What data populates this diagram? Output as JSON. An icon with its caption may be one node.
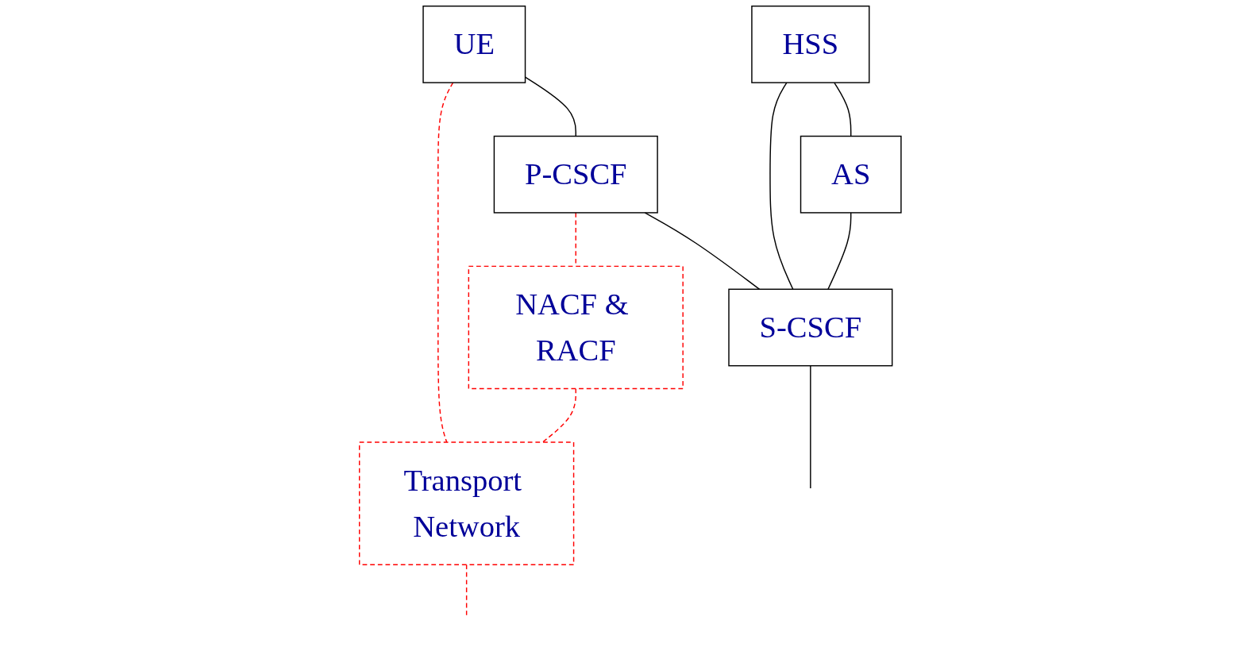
{
  "diagram": {
    "nodes": [
      {
        "text": [
          "HSS"
        ]
      },
      {
        "text": [
          "AS"
        ]
      },
      {
        "text": [
          "UE"
        ]
      },
      {
        "text": [
          "P-CSCF"
        ]
      },
      {
        "text": [
          "S-CSCF"
        ]
      },
      {
        "text": [
          "NACF & RACF"
        ]
      },
      {
        "text": [
          "Transport Network"
        ]
      }
    ],
    "edges": [
      {
        "from": 0,
        "to": 1,
        "arrow": "none"
      },
      {
        "from": 0,
        "to": 4,
        "arrow": "none"
      },
      {
        "from": 1,
        "to": 4,
        "arrow": "none"
      },
      {
        "from": 2,
        "to": 3,
        "arrow": "none"
      },
      {
        "from": 3,
        "to": 4,
        "arrow": "none"
      },
      {
        "from": 4,
        "to": null,
        "arrow": "none"
      },
      {
        "from": 2,
        "to": 6,
        "arrow": "none",
        "style": "dashed",
        "color": "#ff0000"
      },
      {
        "from": 3,
        "to": 5,
        "arrow": "none",
        "style": "dashed",
        "color": "#ff0000"
      },
      {
        "from": 5,
        "to": 6,
        "arrow": "none",
        "style": "dashed",
        "color": "#ff0000"
      },
      {
        "from": 6,
        "to": null,
        "arrow": "none",
        "style": "dashed",
        "color": "#ff0000"
      }
    ]
  }
}
